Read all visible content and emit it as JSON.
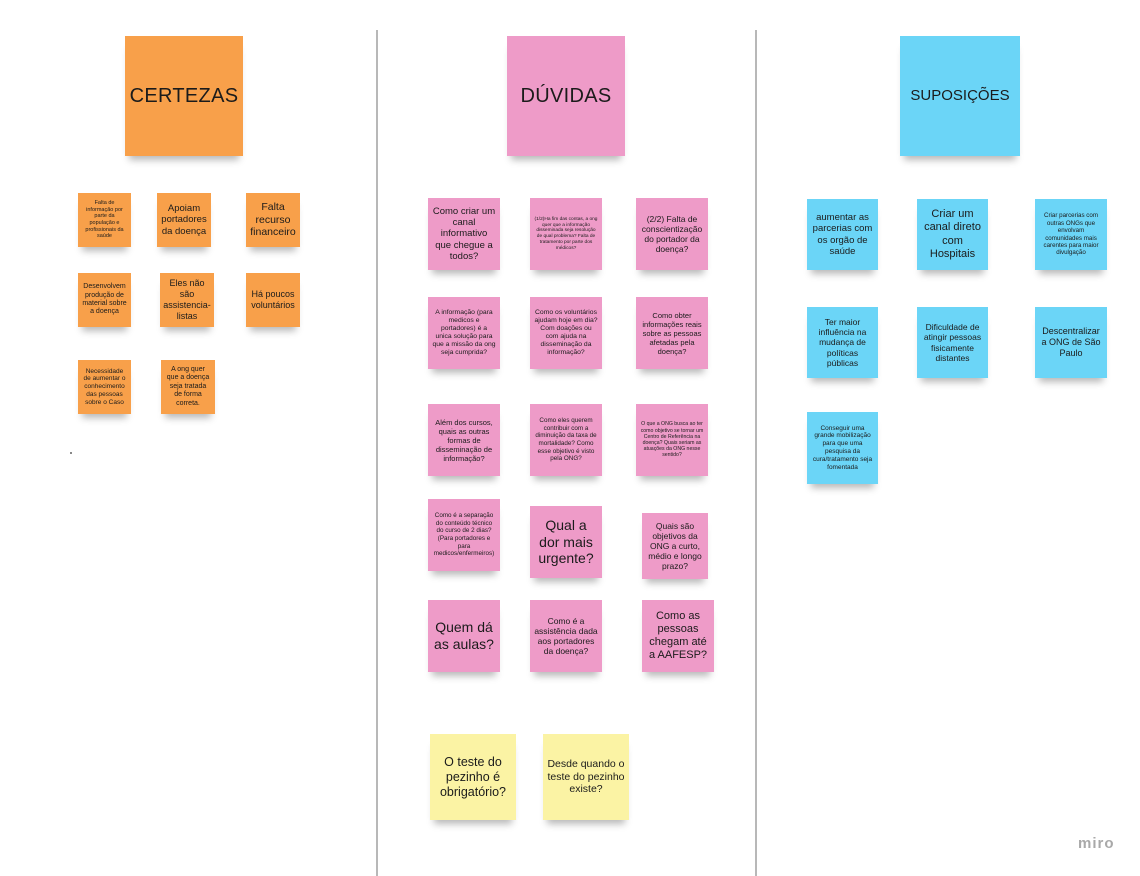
{
  "headers": {
    "certezas": "CERTEZAS",
    "duvidas": "DÚVIDAS",
    "suposicoes": "SUPOSIÇÕES"
  },
  "certezas": [
    "Falta de informação por parte da população e profissionais da saúde",
    "Apoiam portadores da doença",
    "Falta recurso financeiro",
    "Desenvolvem produção de material sobre a doença",
    "Eles não são assistencia-listas",
    "Há poucos voluntários",
    "Necessidade de aumentar o conhecimento das pessoas sobre o Caso",
    "A ong quer que a doença seja tratada de forma correta."
  ],
  "duvidas": [
    "Como criar um canal informativo que chegue a todos?",
    "(1/2)Ha fim das contas, a ong quer que a informação disseminada seja resolução de qual problema? Falta de tratamento por parte dos médicos?",
    "(2/2) Falta de conscientização do portador da doença?",
    "A informação (para medicos e portadores) é a unica solução para que a missão da ong seja cumprida?",
    "Como os voluntários ajudam hoje em dia? Com doações ou com ajuda na disseminação da informação?",
    "Como obter informações reais sobre as pessoas afetadas pela doença?",
    "Além dos cursos, quais as outras formas de disseminação de informação?",
    "Como eles querem contribuir com a diminuição da taxa de mortalidade? Como esse objetivo é visto pela ONG?",
    "O que a ONG busca ao ter como objetivo se tornar um Centro de Referência na doença? Quais seriam as atuações da ONG nesse sentido?",
    "Como é a separação do conteúdo técnico do curso de 2 dias? (Para portadores e para medicos/enfermeiros)",
    "Qual a dor mais urgente?",
    "Quais são objetivos da ONG a curto, médio e longo prazo?",
    "Quem dá as aulas?",
    "Como é a assistência dada aos portadores da doença?",
    "Como as pessoas chegam até a AAFESP?"
  ],
  "duvidas_yellow": [
    "O teste do pezinho é obrigatório?",
    "Desde quando o teste do pezinho existe?"
  ],
  "suposicoes": [
    "aumentar as parcerias com os orgão de saúde",
    "Criar um canal direto com Hospitais",
    "Criar parcerias com outras ONGs que envolvam comunidades mais carentes para maior divulgação",
    "Ter maior influência na mudança de políticas públicas",
    "Dificuldade de atingir pessoas fisicamente distantes",
    "Descentralizar a ONG de São Paulo",
    "Conseguir uma grande mobilização para que uma pesquisa da cura/tratamento seja fomentada"
  ],
  "logo": "miro",
  "colors": {
    "orange": "#f8a04a",
    "pink": "#ee9bc8",
    "blue": "#6bd5f7",
    "yellow": "#fbf3a4",
    "divider": "#b8b8b8"
  }
}
